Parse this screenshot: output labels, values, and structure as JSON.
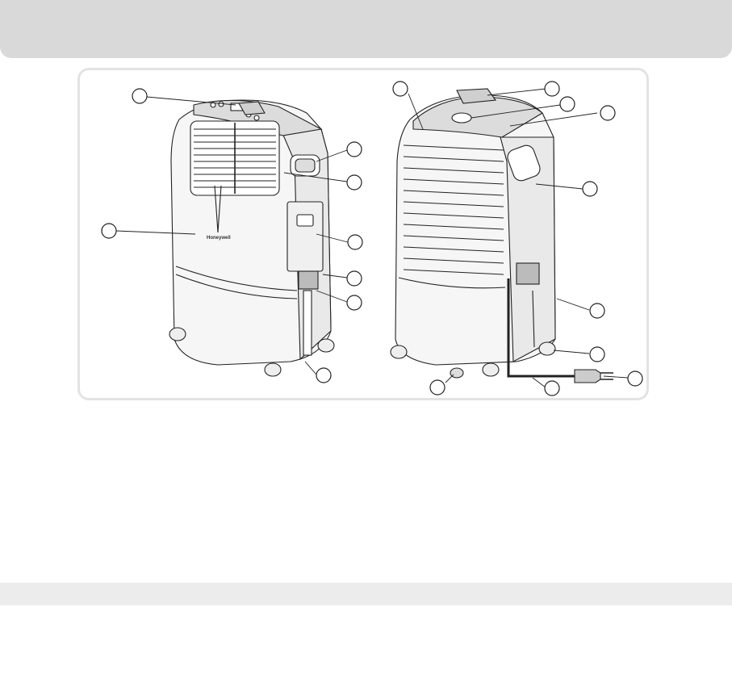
{
  "figure": {
    "brand_label": "Honeywell",
    "views": [
      "front-view",
      "rear-view"
    ]
  },
  "colors": {
    "header_band": "#d9d9d9",
    "footer_band": "#ececec",
    "frame_border": "#e3e3e3",
    "line_art": "#222222"
  }
}
